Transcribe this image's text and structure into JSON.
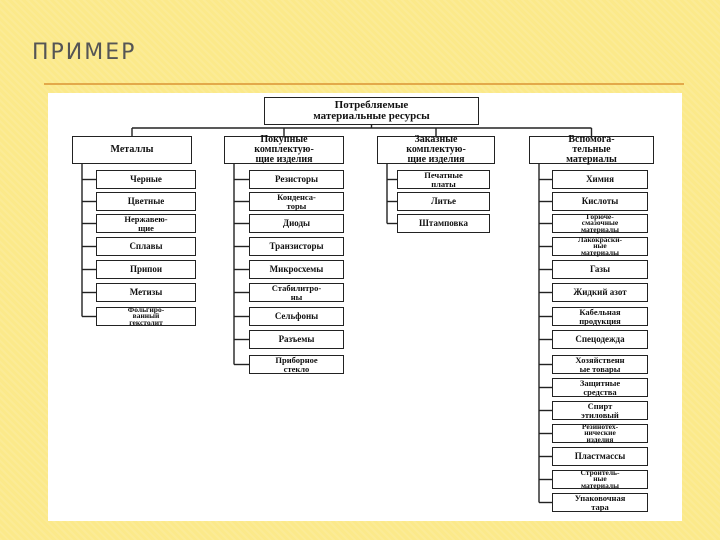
{
  "slide": {
    "title": "ПРИМЕР"
  },
  "diagram": {
    "root": "Потребляемые\nматериальные ресурсы",
    "categories": [
      {
        "label": "Металлы",
        "items": [
          "Черные",
          "Цветные",
          "Нержавею-\nщие",
          "Сплавы",
          "Припои",
          "Метизы",
          "Фольгиро-\nванный\nгекстолит"
        ]
      },
      {
        "label": "Покупные\nкомплектую-\nщие изделия",
        "items": [
          "Резисторы",
          "Конденса-\nторы",
          "Диоды",
          "Транзисторы",
          "Микросхемы",
          "Стабилитро-\nны",
          "Сельфоны",
          "Разъемы",
          "Приборное\nстекло"
        ]
      },
      {
        "label": "Заказные\nкомплектую-\nщие изделия",
        "items": [
          "Печатные\nплаты",
          "Литье",
          "Штамповка"
        ]
      },
      {
        "label": "Вспомога-\nтельные\nматериалы",
        "items": [
          "Химия",
          "Кислоты",
          "Горюче-\nсмазочные\nматериалы",
          "Лакокраски-\nные\nматериалы",
          "Газы",
          "Жидкий азот",
          "Кабельная\nпродукция",
          "Спецодежда",
          "Хозяйственн\nые товары",
          "Защитные\nсредства",
          "Спирт\nэтиловый",
          "Резинотех-\nнические\nизделия",
          "Пластмассы",
          "Строитель-\nные\nматериалы",
          "Упаковочная\nтара"
        ]
      }
    ]
  }
}
